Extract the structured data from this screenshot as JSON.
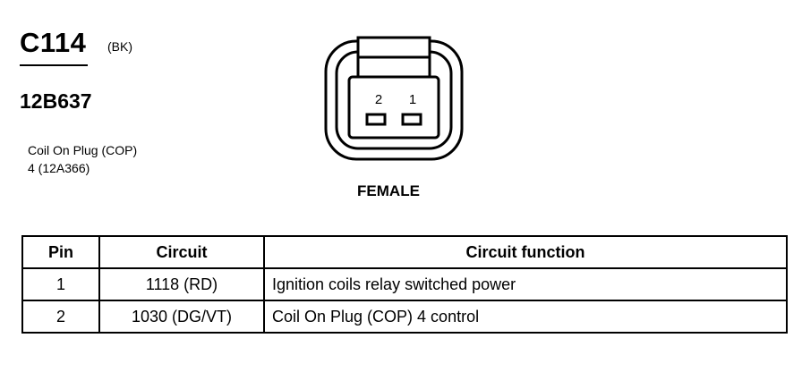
{
  "connector": {
    "id": "C114",
    "color": "(BK)",
    "part_number": "12B637",
    "description_line1": "Coil On Plug (COP)",
    "description_line2": "4 (12A366)",
    "gender": "FEMALE",
    "pin_labels": [
      "2",
      "1"
    ]
  },
  "table": {
    "headers": [
      "Pin",
      "Circuit",
      "Circuit function"
    ],
    "rows": [
      {
        "pin": "1",
        "circuit": "1118 (RD)",
        "function": "Ignition coils relay switched power"
      },
      {
        "pin": "2",
        "circuit": "1030 (DG/VT)",
        "function": "Coil On Plug (COP) 4  control"
      }
    ]
  }
}
